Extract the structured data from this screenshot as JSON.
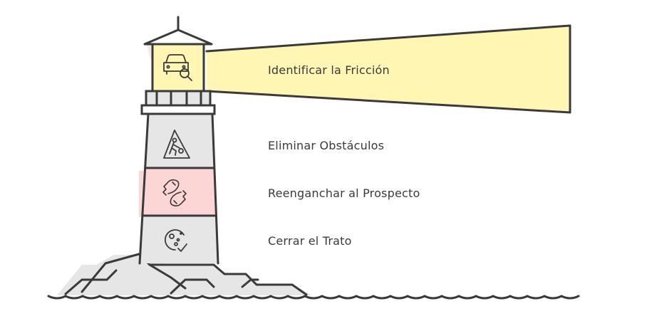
{
  "diagram": {
    "type": "lighthouse-metaphor",
    "beam": {
      "label": "Identificar la Fricción",
      "icon": "car-search-icon",
      "fill": "#fff6b3"
    },
    "stages": [
      {
        "label": "Eliminar Obstáculos",
        "icon": "road-work-warning-icon",
        "fill": "#e6e6e6"
      },
      {
        "label": "Reenganchar al Prospecto",
        "icon": "handshake-icon",
        "fill": "#fcd5d5"
      },
      {
        "label": "Cerrar el Trato",
        "icon": "cookie-check-icon",
        "fill": "#e6e6e6"
      }
    ],
    "colors": {
      "stroke": "#3a3a3a",
      "beam": "#fff6b3",
      "lantern": "#fff6b3",
      "gray": "#e6e6e6",
      "pink": "#fcd5d5",
      "text": "#3a3a3a"
    }
  }
}
